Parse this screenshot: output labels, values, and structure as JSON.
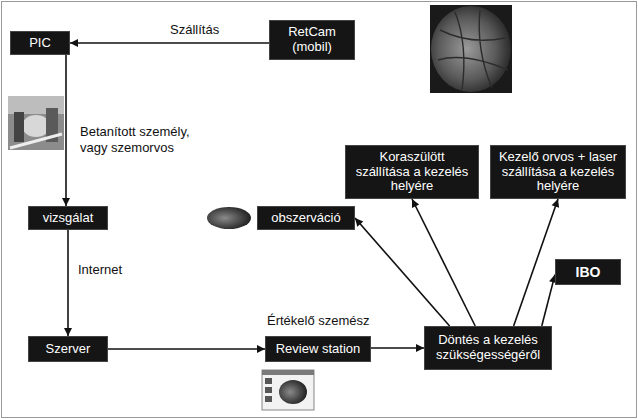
{
  "diagram": {
    "nodes": [
      {
        "text": [
          "PIC"
        ]
      },
      {
        "text": [
          "RetCam (mobil)"
        ]
      },
      {
        "text": [
          "vizsgálat"
        ]
      },
      {
        "text": [
          "Szerver"
        ]
      },
      {
        "text": [
          "Review station"
        ]
      },
      {
        "text": [
          "Döntés a kezelés szükségességéről"
        ]
      },
      {
        "text": [
          "Koraszülött szállítása a kezelés helyére"
        ]
      },
      {
        "text": [
          "Kezelő orvos + laser szállítása a kezelés helyére"
        ]
      },
      {
        "text": [
          "obszerváció"
        ]
      },
      {
        "text": [
          "IBO"
        ]
      }
    ],
    "edges": [
      {
        "from": 1,
        "to": 0,
        "arrow": "to",
        "label": "Szállítás"
      },
      {
        "from": 0,
        "to": 2,
        "arrow": "to",
        "label": "Betanított személy, vagy szemorvos"
      },
      {
        "from": 2,
        "to": 3,
        "arrow": "to",
        "label": "Internet"
      },
      {
        "from": 3,
        "to": 4,
        "arrow": "to"
      },
      {
        "from": 4,
        "to": 5,
        "arrow": "to"
      },
      {
        "from": 5,
        "to": 8,
        "arrow": "to"
      },
      {
        "from": 5,
        "to": 6,
        "arrow": "to"
      },
      {
        "from": 5,
        "to": 7,
        "arrow": "to"
      },
      {
        "from": 5,
        "to": 9,
        "arrow": "to"
      }
    ],
    "labels": [
      "Értékelő szemész"
    ]
  }
}
